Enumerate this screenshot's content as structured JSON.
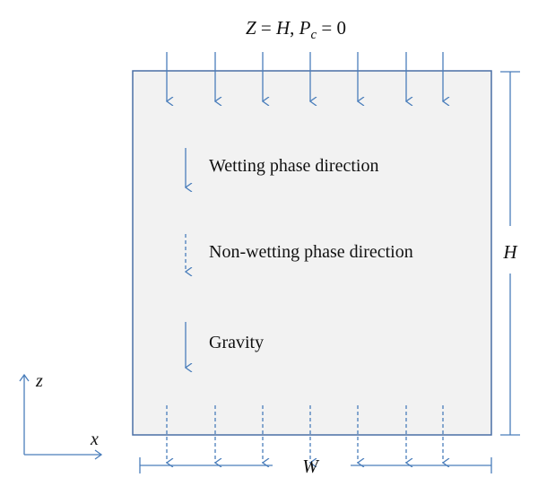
{
  "boundary": {
    "top_var": "Z",
    "top_eq": " = ",
    "top_val": "H",
    "top_sep": ", ",
    "pc_symbol": "P",
    "pc_subscript": "c",
    "pc_eq": " = 0"
  },
  "legend": {
    "wetting": "Wetting phase direction",
    "nonwetting": "Non-wetting phase direction",
    "gravity": "Gravity"
  },
  "dimensions": {
    "height": "H",
    "width": "W"
  },
  "axes": {
    "z": "z",
    "x": "x"
  },
  "colors": {
    "arrow": "#4a7ebb",
    "domain_fill": "#f2f2f2",
    "domain_stroke": "#4a6fa5",
    "text": "#111111"
  },
  "top_arrow_count": 7,
  "bottom_arrow_count": 7
}
